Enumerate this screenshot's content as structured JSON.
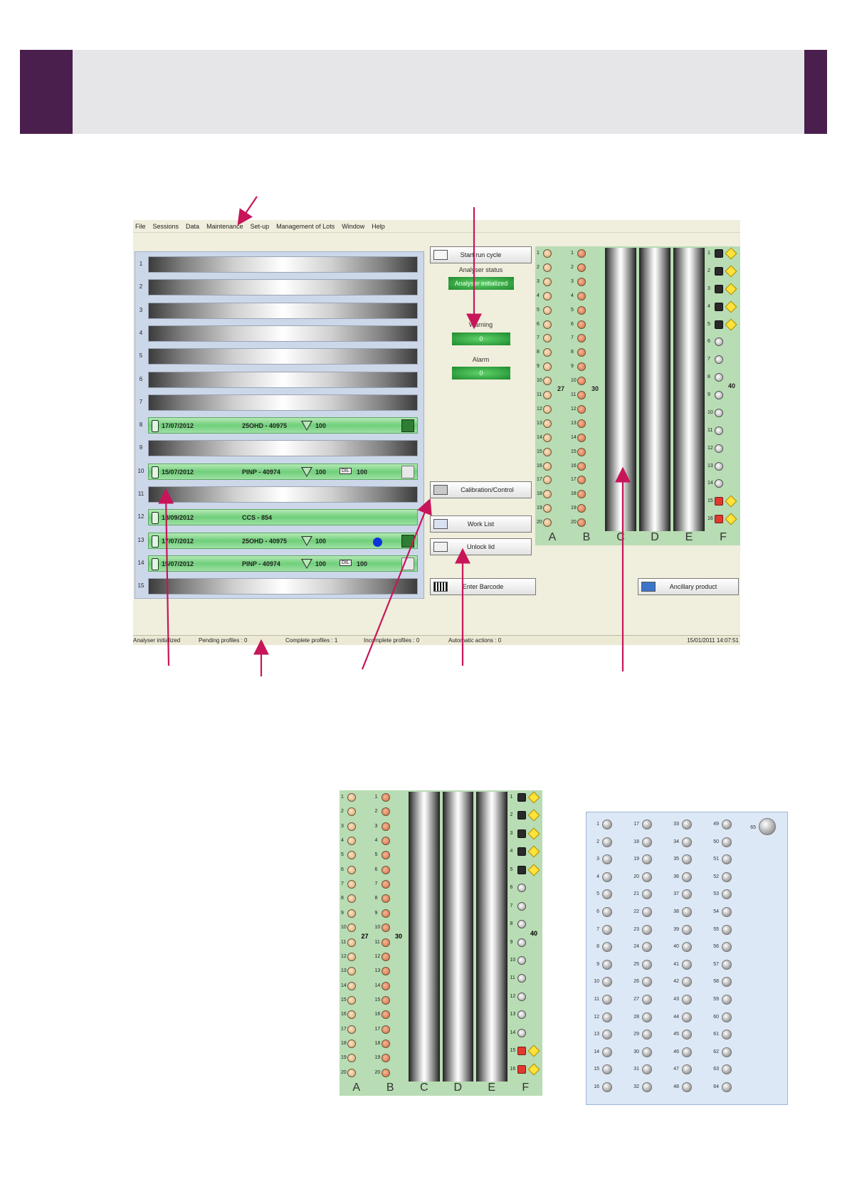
{
  "menu": [
    "File",
    "Sessions",
    "Data",
    "Maintenance",
    "Set-up",
    "Management of Lots",
    "Window",
    "Help"
  ],
  "slots": [
    {
      "num": "1",
      "state": "empty"
    },
    {
      "num": "2",
      "state": "empty"
    },
    {
      "num": "3",
      "state": "empty"
    },
    {
      "num": "4",
      "state": "empty"
    },
    {
      "num": "5",
      "state": "empty"
    },
    {
      "num": "6",
      "state": "empty"
    },
    {
      "num": "7",
      "state": "empty"
    },
    {
      "num": "8",
      "state": "loaded",
      "date": "17/07/2012",
      "test": "25OHD - 40975",
      "qty": "100"
    },
    {
      "num": "9",
      "state": "empty"
    },
    {
      "num": "10",
      "state": "loaded",
      "date": "15/07/2012",
      "test": "PINP - 40974",
      "qty": "100",
      "dil": "DIL",
      "qty2": "100"
    },
    {
      "num": "11",
      "state": "empty"
    },
    {
      "num": "12",
      "state": "loaded",
      "date": "18/09/2012",
      "test": "CCS - 854"
    },
    {
      "num": "13",
      "state": "loaded",
      "date": "17/07/2012",
      "test": "25OHD - 40975",
      "qty": "100",
      "dot": true
    },
    {
      "num": "14",
      "state": "loaded",
      "date": "15/07/2012",
      "test": "PINP - 40974",
      "qty": "100",
      "dil": "DIL",
      "qty2": "100"
    },
    {
      "num": "15",
      "state": "empty"
    }
  ],
  "controls": {
    "start_run": "Start run cycle",
    "analyser_status_label": "Analyser status",
    "analyser_status_value": "Analyser initialized",
    "warning_label": "Warning",
    "warning_value": "0",
    "alarm_label": "Alarm",
    "alarm_value": "0",
    "calibration": "Calibration/Control",
    "work_list": "Work List",
    "unlock_lid": "Unlock lid",
    "enter_barcode": "Enter Barcode",
    "ancillary": "Ancillary product"
  },
  "statusbar": {
    "state": "Analyser initialized",
    "pending": "Pending profiles : 0",
    "complete": "Complete profiles : 1",
    "incomplete": "Incomplete profiles : 0",
    "auto": "Automatic actions : 0",
    "datetime": "15/01/2011 14:07:51"
  },
  "rack": {
    "columns": [
      "A",
      "B",
      "C",
      "D",
      "E",
      "F"
    ],
    "count_a": "27",
    "count_b": "30",
    "count_f": "40"
  },
  "colors": {
    "brand": "#4a1f4d",
    "arrow": "#c8155a",
    "rack_green": "#b8dcb4"
  }
}
